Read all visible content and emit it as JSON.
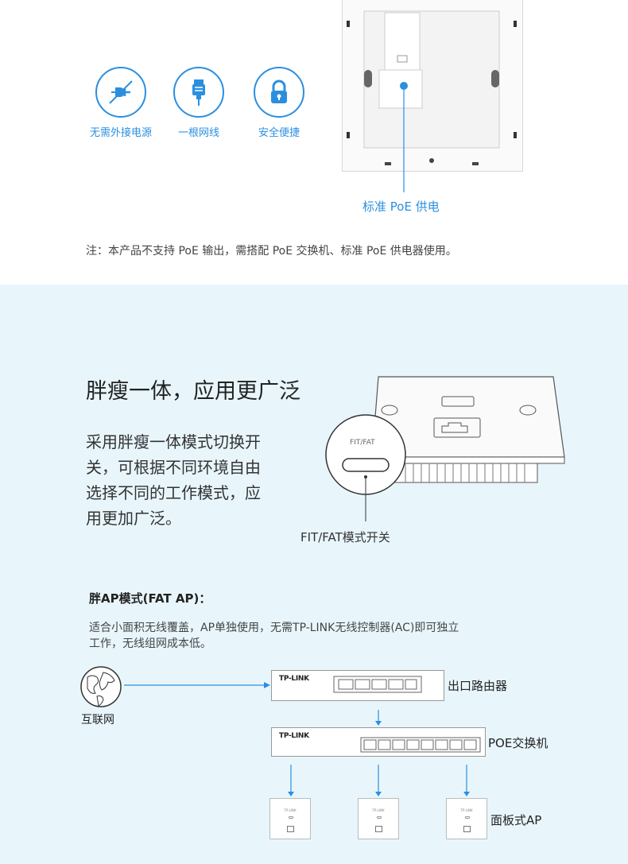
{
  "features": [
    {
      "label": "无需外接电源",
      "icon": "no-power-plug-icon"
    },
    {
      "label": "一根网线",
      "icon": "ethernet-cable-icon"
    },
    {
      "label": "安全便捷",
      "icon": "padlock-icon"
    }
  ],
  "poe_callout": "标准 PoE 供电",
  "note": "注：本产品不支持 PoE 输出，需搭配 PoE 交换机、标准 PoE 供电器使用。",
  "fit_fat": {
    "heading": "胖瘦一体，应用更广泛",
    "body_lines": [
      "采用胖瘦一体模式切换开",
      "关，可根据不同环境自由",
      "选择不同的工作模式，应",
      "用更加广泛。"
    ],
    "switch_marking": "FIT/FAT",
    "switch_label": "FIT/FAT模式开关"
  },
  "fat_ap": {
    "heading": "胖AP模式(FAT AP)：",
    "desc_lines": [
      "适合小面积无线覆盖，AP单独使用，无需TP-LINK无线控制器(AC)即可独立",
      "工作，无线组网成本低。"
    ]
  },
  "diagram": {
    "internet": "互联网",
    "router": {
      "brand": "TP-LINK",
      "label": "出口路由器"
    },
    "switch": {
      "brand": "TP-LINK",
      "label": "POE交换机"
    },
    "ap": {
      "brand": "TP-LINK",
      "label": "面板式AP",
      "count": 3
    }
  },
  "colors": {
    "accent": "#2b8fe0",
    "section_bg": "#e8f6fc"
  }
}
